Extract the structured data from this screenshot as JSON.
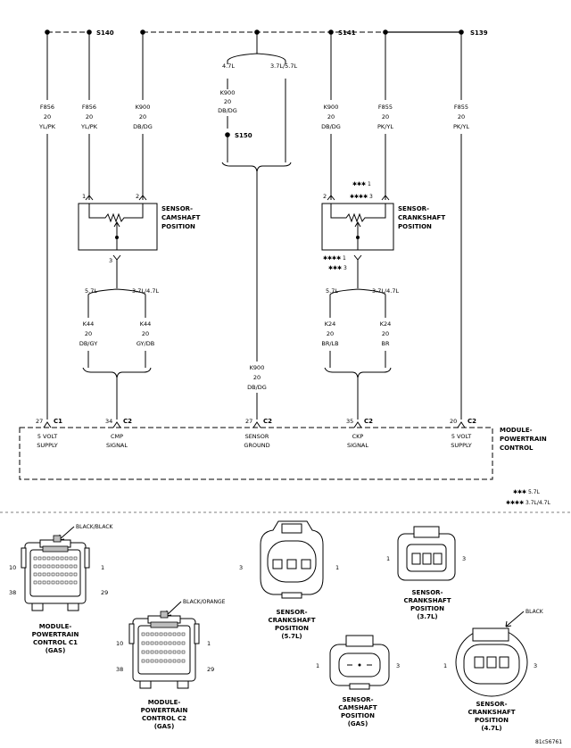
{
  "splices": {
    "s140": "S140",
    "s141": "S141",
    "s139": "S139",
    "s150": "S150"
  },
  "wires": {
    "w1": {
      "code": "F856",
      "gauge": "20",
      "color": "YL/PK"
    },
    "w2": {
      "code": "F856",
      "gauge": "20",
      "color": "YL/PK"
    },
    "w3": {
      "code": "K900",
      "gauge": "20",
      "color": "DB/DG"
    },
    "w4": {
      "code": "K900",
      "gauge": "20",
      "color": "DB/DG"
    },
    "w5": {
      "code": "K900",
      "gauge": "20",
      "color": "DB/DG"
    },
    "w6": {
      "code": "F855",
      "gauge": "20",
      "color": "PK/YL"
    },
    "w7": {
      "code": "F855",
      "gauge": "20",
      "color": "PK/YL"
    },
    "w8": {
      "code": "K44",
      "gauge": "20",
      "color": "DB/GY"
    },
    "w9": {
      "code": "K44",
      "gauge": "20",
      "color": "GY/DB"
    },
    "w10": {
      "code": "K24",
      "gauge": "20",
      "color": "BR/LB"
    },
    "w11": {
      "code": "K24",
      "gauge": "20",
      "color": "BR"
    },
    "w12": {
      "code": "K900",
      "gauge": "20",
      "color": "DB/DG"
    }
  },
  "variants": {
    "v47": "4.7L",
    "v37_57": "3.7L/5.7L",
    "cmp57": "5.7L",
    "cmp3747": "3.7L/4.7L",
    "ckp57": "5.7L",
    "ckp3747": "3.7L/4.7L"
  },
  "camshaft_sensor": {
    "label1": "SENSOR-",
    "label2": "CAMSHAFT",
    "label3": "POSITION",
    "pin1": "1",
    "pin2": "2",
    "pin3": "3"
  },
  "crankshaft_sensor": {
    "label1": "SENSOR-",
    "label2": "CRANKSHAFT",
    "label3": "POSITION",
    "pin2": "2",
    "pin3": "3",
    "note_a": "✱✱✱ 1",
    "note_b": "✱✱✱✱ 3",
    "note_c": "✱✱✱✱ 1",
    "note_d": "✱✱✱ 3"
  },
  "pcm": {
    "label1": "MODULE-",
    "label2": "POWERTRAIN",
    "label3": "CONTROL",
    "pins": [
      {
        "num": "27",
        "conn": "C1",
        "sig1": "5 VOLT",
        "sig2": "SUPPLY"
      },
      {
        "num": "34",
        "conn": "C2",
        "sig1": "CMP",
        "sig2": "SIGNAL"
      },
      {
        "num": "27",
        "conn": "C2",
        "sig1": "SENSOR",
        "sig2": "GROUND"
      },
      {
        "num": "35",
        "conn": "C2",
        "sig1": "CKP",
        "sig2": "SIGNAL"
      },
      {
        "num": "20",
        "conn": "C2",
        "sig1": "5 VOLT",
        "sig2": "SUPPLY"
      }
    ]
  },
  "legend": {
    "l1": "✱✱✱ 5.7L",
    "l2": "✱✱✱✱ 3.7L/4.7L"
  },
  "connectors": {
    "pcm_c1": {
      "tag": "BLACK/BLACK",
      "pin_tl": "10",
      "pin_tr": "1",
      "pin_bl": "38",
      "pin_br": "29",
      "title": [
        "MODULE-",
        "POWERTRAIN",
        "CONTROL C1",
        "(GAS)"
      ]
    },
    "pcm_c2": {
      "tag": "BLACK/ORANGE",
      "pin_tl": "10",
      "pin_tr": "1",
      "pin_bl": "38",
      "pin_br": "29",
      "title": [
        "MODULE-",
        "POWERTRAIN",
        "CONTROL C2",
        "(GAS)"
      ]
    },
    "ckp57": {
      "pin_l": "3",
      "pin_r": "1",
      "title": [
        "SENSOR-",
        "CRANKSHAFT",
        "POSITION",
        "(5.7L)"
      ]
    },
    "ckp37": {
      "pin_l": "1",
      "pin_r": "3",
      "title": [
        "SENSOR-",
        "CRANKSHAFT",
        "POSITION",
        "(3.7L)"
      ]
    },
    "cmp_gas": {
      "pin_l": "1",
      "pin_r": "3",
      "title": [
        "SENSOR-",
        "CAMSHAFT",
        "POSITION",
        "(GAS)"
      ]
    },
    "ckp47": {
      "tag": "BLACK",
      "pin_l": "1",
      "pin_r": "3",
      "title": [
        "SENSOR-",
        "CRANKSHAFT",
        "POSITION",
        "(4.7L)"
      ]
    }
  },
  "figure_id": "81c56761"
}
